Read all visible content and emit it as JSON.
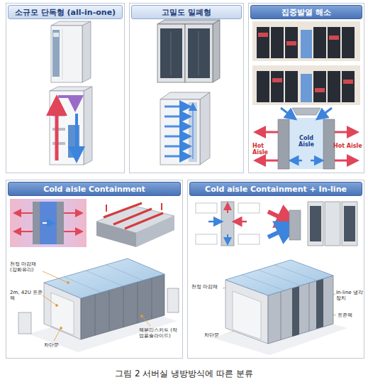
{
  "diagram": {
    "caption": "그림 2 서버실 냉방방식에 따른 분류",
    "nodes": [
      {
        "text": [
          "소규모 단독형 (all-in-one)"
        ]
      },
      {
        "text": [
          "고밀도 밀폐형"
        ]
      },
      {
        "text": [
          "집중발열 해소"
        ]
      },
      {
        "text": [
          "Cold aisle Containment"
        ]
      },
      {
        "text": [
          "Cold aisle Containment + In-line"
        ]
      }
    ],
    "labels": [
      "Hot Aisle",
      "Cold Aisle",
      "Hot Aisle",
      "천정 마감재 (강화유리)",
      "2m, 42U 표준랙",
      "차단문",
      "랙분리스커트 (작업용슬라이드)",
      "천정 마감재",
      "In-line 냉각장치",
      "표준랙",
      "차단문"
    ]
  }
}
